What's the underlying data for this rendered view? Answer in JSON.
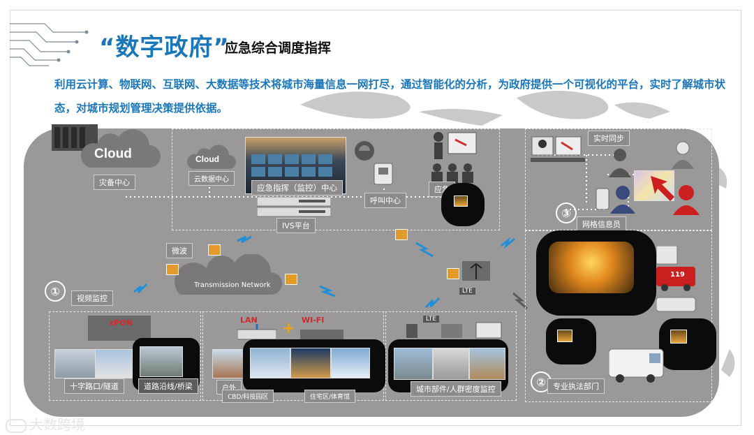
{
  "header": {
    "title": "“数字政府”",
    "subtitle": "应急综合调度指挥",
    "description": "利用云计算、物联网、互联网、大数据等技术将城市海量信息一网打尽，通过智能化的分析，为政府提供一个可视化的平台，实时了解城市状态，对城市规划管理决策提供依据。"
  },
  "diagram": {
    "clouds": {
      "cloud1": "Cloud",
      "cloud2": "Cloud",
      "transmission": "Transmission Network"
    },
    "labels": {
      "disaster_center": "灾备中心",
      "cloud_data_center": "云数据中心",
      "command_center": "应急指挥（监控）中心",
      "call_center": "呼叫中心",
      "emergency": "应急",
      "ivs": "IVS平台",
      "microwave": "微波",
      "video_monitor": "视频监控",
      "realtime_sync": "实时同步",
      "grid_officer": "网格信息员",
      "law_dept": "专业执法部门",
      "lte1": "LTE",
      "lte2": "LTE",
      "xpon": "xPON",
      "lan": "LAN",
      "wifi": "WI-FI",
      "plus": "+",
      "crossroad": "十字路口/隧道",
      "road": "道路沿线/桥梁",
      "outdoor": "户外",
      "cbd": "CBD/科技园区",
      "stadium": "住宅区/体育馆",
      "city_parts": "城市部件/人群密度监控",
      "ambulance": "119"
    },
    "numbers": {
      "n1": "①",
      "n2": "②",
      "n3": "③"
    }
  },
  "watermark": "大数跨境",
  "colors": {
    "title_blue": "#1b76b8",
    "board_gray": "#9a9898",
    "fire_orange": "#e0871e",
    "alert_red": "#cc1f1f"
  }
}
